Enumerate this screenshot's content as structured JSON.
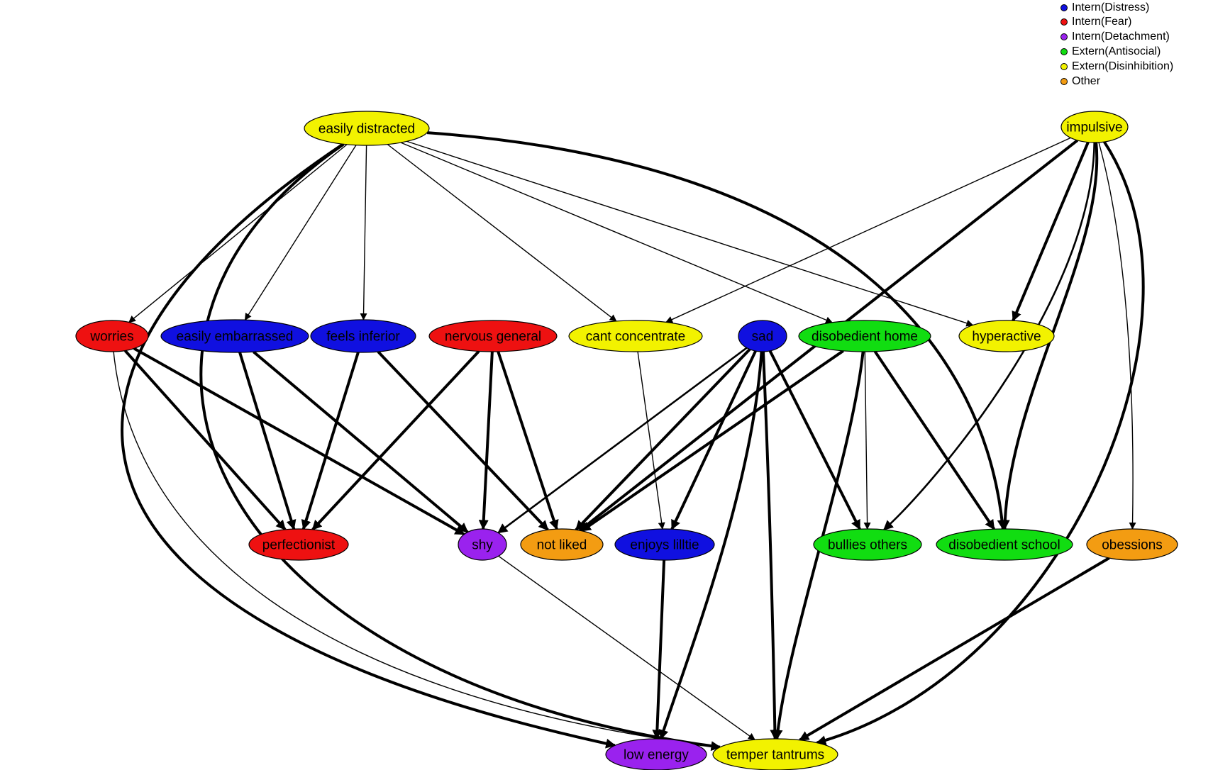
{
  "legend": [
    {
      "label": "Intern(Distress)",
      "color": "#1010e0"
    },
    {
      "label": "Intern(Fear)",
      "color": "#ee1111"
    },
    {
      "label": "Intern(Detachment)",
      "color": "#9a22ee"
    },
    {
      "label": "Extern(Antisocial)",
      "color": "#11dd11"
    },
    {
      "label": "Extern(Disinhibition)",
      "color": "#f2f200"
    },
    {
      "label": "Other",
      "color": "#f39c12"
    }
  ],
  "nodes": [
    {
      "id": "easily_distracted",
      "label": "easily distracted",
      "group": "Extern(Disinhibition)"
    },
    {
      "id": "impulsive",
      "label": "impulsive",
      "group": "Extern(Disinhibition)"
    },
    {
      "id": "worries",
      "label": "worries",
      "group": "Intern(Fear)"
    },
    {
      "id": "easily_embarrassed",
      "label": "easily embarrassed",
      "group": "Intern(Distress)"
    },
    {
      "id": "feels_inferior",
      "label": "feels inferior",
      "group": "Intern(Distress)"
    },
    {
      "id": "nervous_general",
      "label": "nervous general",
      "group": "Intern(Fear)"
    },
    {
      "id": "cant_concentrate",
      "label": "cant concentrate",
      "group": "Extern(Disinhibition)"
    },
    {
      "id": "sad",
      "label": "sad",
      "group": "Intern(Distress)"
    },
    {
      "id": "disobedient_home",
      "label": "disobedient home",
      "group": "Extern(Antisocial)"
    },
    {
      "id": "hyperactive",
      "label": "hyperactive",
      "group": "Extern(Disinhibition)"
    },
    {
      "id": "perfectionist",
      "label": "perfectionist",
      "group": "Intern(Fear)"
    },
    {
      "id": "shy",
      "label": "shy",
      "group": "Intern(Detachment)"
    },
    {
      "id": "not_liked",
      "label": "not liked",
      "group": "Other"
    },
    {
      "id": "enjoys_little",
      "label": "enjoys lilltie",
      "group": "Intern(Distress)"
    },
    {
      "id": "bullies_others",
      "label": "bullies others",
      "group": "Extern(Antisocial)"
    },
    {
      "id": "disobedient_school",
      "label": "disobedient school",
      "group": "Extern(Antisocial)"
    },
    {
      "id": "obsessions",
      "label": "obessions",
      "group": "Other"
    },
    {
      "id": "low_energy",
      "label": "low energy",
      "group": "Intern(Detachment)"
    },
    {
      "id": "temper_tantrums",
      "label": "temper tantrums",
      "group": "Extern(Disinhibition)"
    }
  ],
  "edges": [
    {
      "from": "easily_distracted",
      "to": "worries",
      "weight": "thin"
    },
    {
      "from": "easily_distracted",
      "to": "easily_embarrassed",
      "weight": "thin"
    },
    {
      "from": "easily_distracted",
      "to": "feels_inferior",
      "weight": "thin"
    },
    {
      "from": "easily_distracted",
      "to": "cant_concentrate",
      "weight": "thin"
    },
    {
      "from": "easily_distracted",
      "to": "disobedient_home",
      "weight": "thin"
    },
    {
      "from": "easily_distracted",
      "to": "hyperactive",
      "weight": "thin"
    },
    {
      "from": "easily_distracted",
      "to": "disobedient_school",
      "weight": "thick"
    },
    {
      "from": "easily_distracted",
      "to": "low_energy",
      "weight": "thick"
    },
    {
      "from": "easily_distracted",
      "to": "temper_tantrums",
      "weight": "thick"
    },
    {
      "from": "impulsive",
      "to": "cant_concentrate",
      "weight": "thin"
    },
    {
      "from": "impulsive",
      "to": "not_liked",
      "weight": "thick"
    },
    {
      "from": "impulsive",
      "to": "hyperactive",
      "weight": "thick"
    },
    {
      "from": "impulsive",
      "to": "bullies_others",
      "weight": "medium"
    },
    {
      "from": "impulsive",
      "to": "disobedient_school",
      "weight": "thick"
    },
    {
      "from": "impulsive",
      "to": "obsessions",
      "weight": "thin"
    },
    {
      "from": "impulsive",
      "to": "temper_tantrums",
      "weight": "thick"
    },
    {
      "from": "worries",
      "to": "perfectionist",
      "weight": "thick"
    },
    {
      "from": "worries",
      "to": "shy",
      "weight": "thick"
    },
    {
      "from": "worries",
      "to": "temper_tantrums",
      "weight": "thin"
    },
    {
      "from": "easily_embarrassed",
      "to": "perfectionist",
      "weight": "thick"
    },
    {
      "from": "easily_embarrassed",
      "to": "shy",
      "weight": "thick"
    },
    {
      "from": "feels_inferior",
      "to": "perfectionist",
      "weight": "thick"
    },
    {
      "from": "feels_inferior",
      "to": "not_liked",
      "weight": "thick"
    },
    {
      "from": "nervous_general",
      "to": "perfectionist",
      "weight": "thick"
    },
    {
      "from": "nervous_general",
      "to": "shy",
      "weight": "thick"
    },
    {
      "from": "nervous_general",
      "to": "not_liked",
      "weight": "thick"
    },
    {
      "from": "cant_concentrate",
      "to": "enjoys_little",
      "weight": "thin"
    },
    {
      "from": "sad",
      "to": "shy",
      "weight": "medium"
    },
    {
      "from": "sad",
      "to": "not_liked",
      "weight": "thick"
    },
    {
      "from": "sad",
      "to": "enjoys_little",
      "weight": "thick"
    },
    {
      "from": "sad",
      "to": "bullies_others",
      "weight": "thick"
    },
    {
      "from": "sad",
      "to": "low_energy",
      "weight": "thick"
    },
    {
      "from": "sad",
      "to": "temper_tantrums",
      "weight": "thick"
    },
    {
      "from": "disobedient_home",
      "to": "not_liked",
      "weight": "thick"
    },
    {
      "from": "disobedient_home",
      "to": "bullies_others",
      "weight": "thin"
    },
    {
      "from": "disobedient_home",
      "to": "disobedient_school",
      "weight": "thick"
    },
    {
      "from": "disobedient_home",
      "to": "temper_tantrums",
      "weight": "thick"
    },
    {
      "from": "shy",
      "to": "temper_tantrums",
      "weight": "thin"
    },
    {
      "from": "enjoys_little",
      "to": "low_energy",
      "weight": "thick"
    },
    {
      "from": "obsessions",
      "to": "temper_tantrums",
      "weight": "thick"
    }
  ]
}
